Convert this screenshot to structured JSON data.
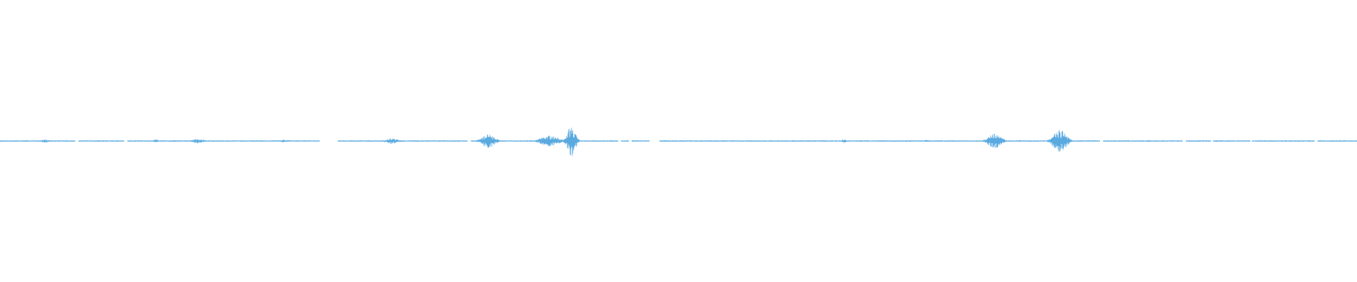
{
  "waveform": {
    "color": "#5aaae0",
    "background": "#ffffff",
    "baseline_fraction": 0.5,
    "silent_gaps": [
      [
        0.0555,
        0.058
      ],
      [
        0.0915,
        0.094
      ],
      [
        0.2355,
        0.249
      ],
      [
        0.3445,
        0.347
      ],
      [
        0.4555,
        0.4575
      ],
      [
        0.4635,
        0.4655
      ],
      [
        0.4785,
        0.486
      ],
      [
        0.8105,
        0.813
      ],
      [
        0.8715,
        0.874
      ],
      [
        0.8925,
        0.894
      ],
      [
        0.9215,
        0.9225
      ],
      [
        0.9685,
        0.971
      ]
    ],
    "bursts": [
      {
        "center": 0.033,
        "width": 0.01,
        "amp": 0.006
      },
      {
        "center": 0.115,
        "width": 0.006,
        "amp": 0.006
      },
      {
        "center": 0.146,
        "width": 0.014,
        "amp": 0.009
      },
      {
        "center": 0.209,
        "width": 0.008,
        "amp": 0.005
      },
      {
        "center": 0.289,
        "width": 0.016,
        "amp": 0.01
      },
      {
        "center": 0.36,
        "width": 0.016,
        "amp": 0.024
      },
      {
        "center": 0.405,
        "width": 0.022,
        "amp": 0.02
      },
      {
        "center": 0.421,
        "width": 0.01,
        "amp": 0.055
      },
      {
        "center": 0.622,
        "width": 0.006,
        "amp": 0.006
      },
      {
        "center": 0.683,
        "width": 0.006,
        "amp": 0.004
      },
      {
        "center": 0.733,
        "width": 0.016,
        "amp": 0.026
      },
      {
        "center": 0.781,
        "width": 0.016,
        "amp": 0.04
      }
    ],
    "noise_amp": 0.0025,
    "sample_count": 3200,
    "seed": 7
  }
}
